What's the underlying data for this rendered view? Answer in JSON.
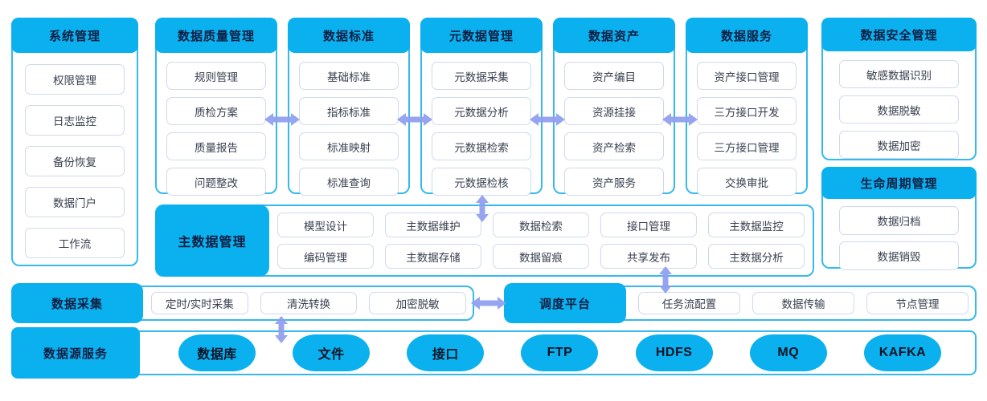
{
  "colors": {
    "header_blue": "#0bb1ef",
    "panel_border": "#36b9ee",
    "item_border": "#cfd9ee",
    "arrow": "#8f9ef0",
    "header_text": "#101e42",
    "item_text": "#39404f"
  },
  "system_panel": {
    "title": "系统管理",
    "items": [
      "权限管理",
      "日志监控",
      "备份恢复",
      "数据门户",
      "工作流"
    ]
  },
  "top_columns": [
    {
      "title": "数据质量管理",
      "items": [
        "规则管理",
        "质检方案",
        "质量报告",
        "问题整改"
      ]
    },
    {
      "title": "数据标准",
      "items": [
        "基础标准",
        "指标标准",
        "标准映射",
        "标准查询"
      ]
    },
    {
      "title": "元数据管理",
      "items": [
        "元数据采集",
        "元数据分析",
        "元数据检索",
        "元数据检核"
      ]
    },
    {
      "title": "数据资产",
      "items": [
        "资产编目",
        "资源挂接",
        "资产检索",
        "资产服务"
      ]
    },
    {
      "title": "数据服务",
      "items": [
        "资产接口管理",
        "三方接口开发",
        "三方接口管理",
        "交换审批"
      ]
    }
  ],
  "security_panel": {
    "title": "数据安全管理",
    "items": [
      "敏感数据识别",
      "数据脱敏",
      "数据加密"
    ]
  },
  "lifecycle_panel": {
    "title": "生命周期管理",
    "items": [
      "数据归档",
      "数据销毁"
    ]
  },
  "master_section": {
    "title": "主数据管理",
    "row1": [
      "模型设计",
      "主数据维护",
      "数据检索",
      "接口管理",
      "主数据监控"
    ],
    "row2": [
      "编码管理",
      "主数据存储",
      "数据留痕",
      "共享发布",
      "主数据分析"
    ]
  },
  "collect_row": {
    "title": "数据采集",
    "items": [
      "定时/实时采集",
      "清洗转换",
      "加密脱敏"
    ]
  },
  "schedule_row": {
    "title": "调度平台",
    "items": [
      "任务流配置",
      "数据传输",
      "节点管理"
    ]
  },
  "source_row": {
    "title": "数据源服务",
    "items": [
      "数据库",
      "文件",
      "接口",
      "FTP",
      "HDFS",
      "MQ",
      "KAFKA"
    ]
  }
}
